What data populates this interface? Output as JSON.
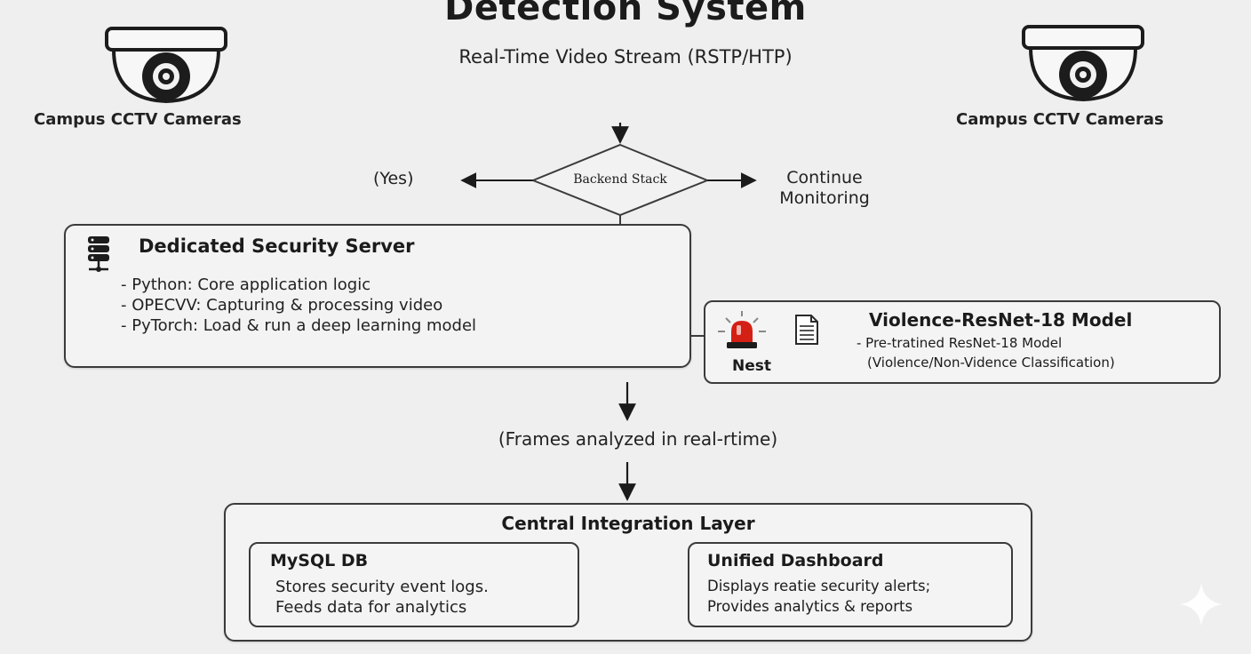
{
  "title": "Detection System",
  "subtitle": "Real-Time Video Stream (RSTP/HTP)",
  "cameras": {
    "left_label": "Campus CCTV Cameras",
    "right_label": "Campus CCTV Cameras",
    "icon": "dome-camera-icon"
  },
  "decision": {
    "label": "Backend Stack",
    "left_label": "(Yes)",
    "right_label_line1": "Continue",
    "right_label_line2": "Monitoring"
  },
  "server": {
    "icon": "server-database-icon",
    "title": "Dedicated Security Server",
    "items": [
      "- Python: Core application logic",
      "- OPECVV: Capturing & processing video",
      "- PyTorch: Load & run a deep learning model"
    ]
  },
  "model": {
    "alarm_icon": "alarm-siren-icon",
    "alarm_label": "Nest",
    "doc_icon": "document-icon",
    "title": "Violence-ResNet-18 Model",
    "line1": "- Pre-tratined ResNet-18 Model",
    "line2": "(Violence/Non-Vidence Classification)"
  },
  "frames_label": "(Frames analyzed in real-rtime)",
  "integration": {
    "title": "Central Integration Layer",
    "db": {
      "title": "MySQL DB",
      "line1": "Stores security event logs.",
      "line2": "Feeds data for analytics"
    },
    "dashboard": {
      "title": "Unified Dashboard",
      "line1": "Displays reatie security alerts;",
      "line2": "Provides analytics & reports"
    }
  },
  "colors": {
    "background": "#efefef",
    "stroke": "#3b3b3b",
    "siren_red": "#d41f14"
  }
}
